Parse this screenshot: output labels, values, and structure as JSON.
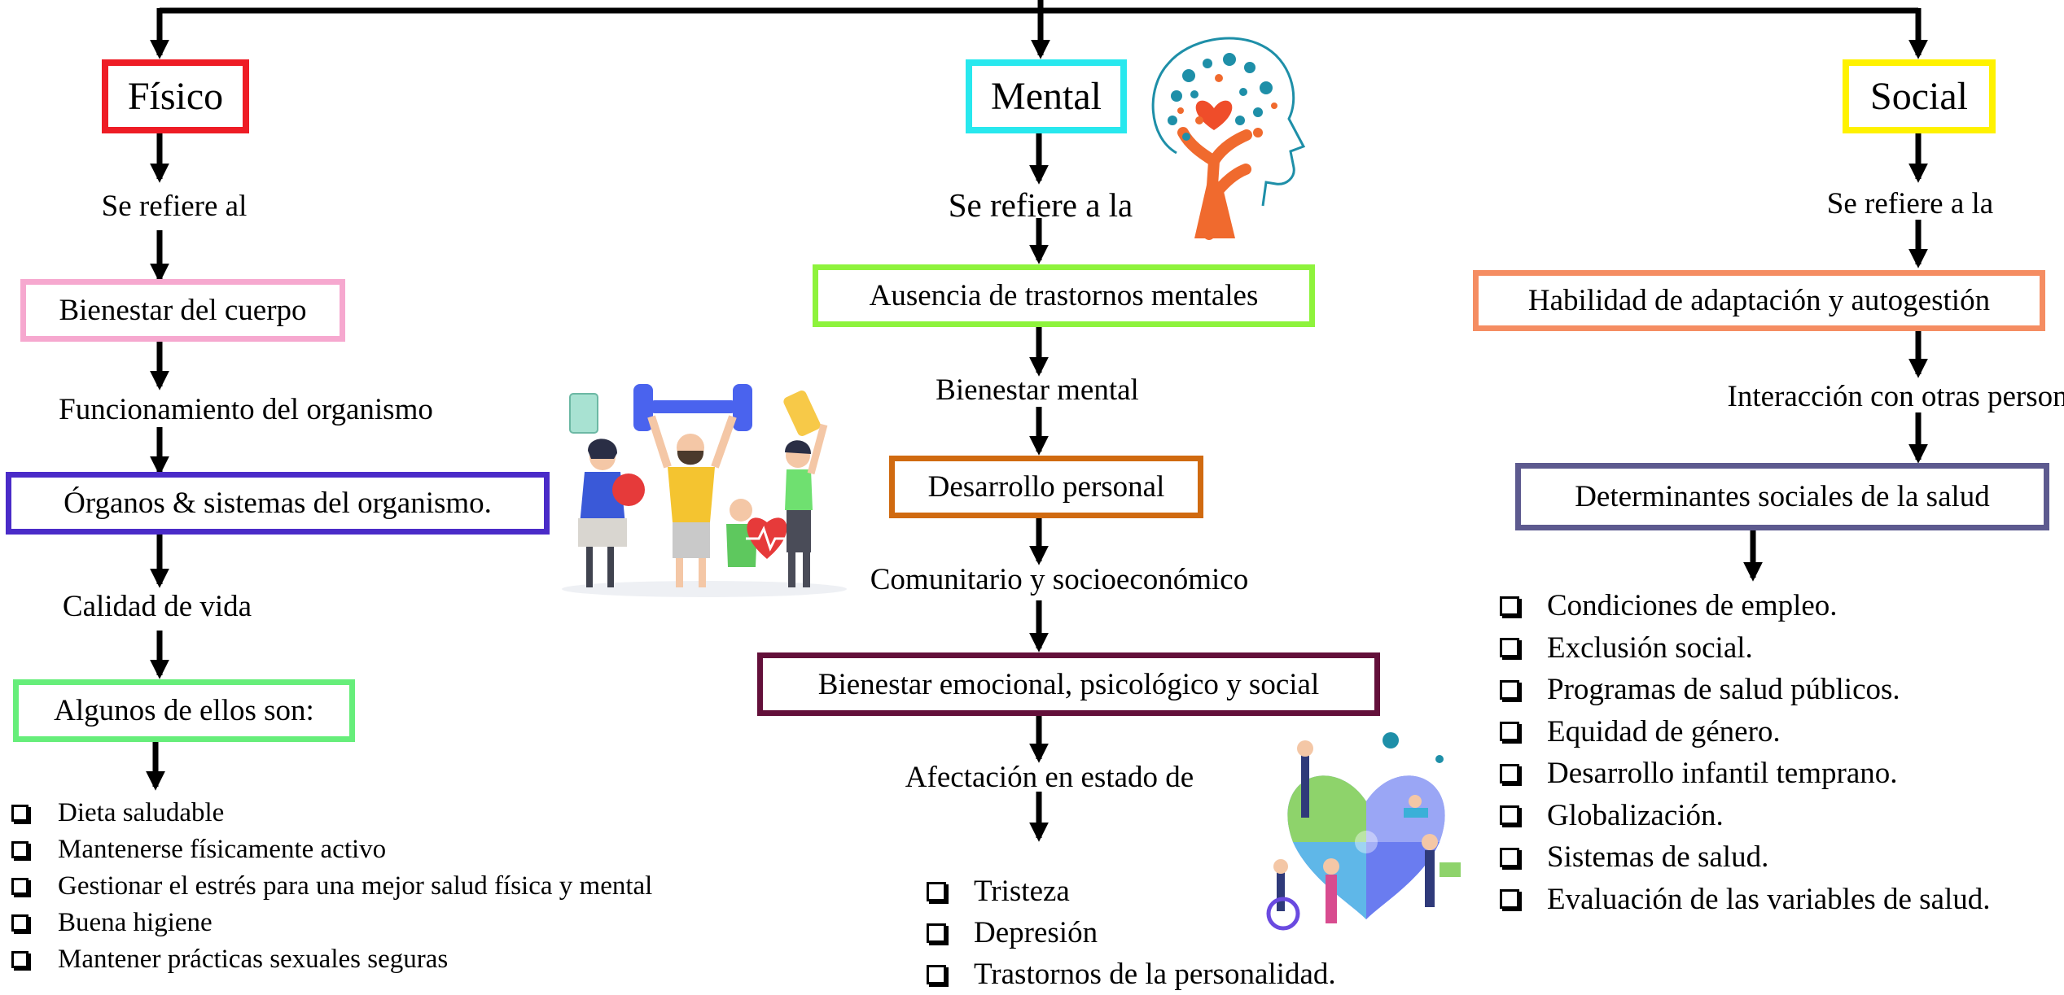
{
  "fisico": {
    "title": "Físico",
    "connector_1": "Se refiere al",
    "box_1": "Bienestar del cuerpo",
    "connector_2": "Funcionamiento del organismo",
    "box_2": "Órganos & sistemas del organismo.",
    "connector_3": "Calidad de vida",
    "box_3": "Algunos de ellos son:",
    "items": [
      "Dieta saludable",
      "Mantenerse físicamente activo",
      "Gestionar el estrés para una mejor salud física y mental",
      "Buena higiene",
      "Mantener prácticas sexuales seguras"
    ]
  },
  "mental": {
    "title": "Mental",
    "connector_1": "Se refiere a la",
    "box_1": "Ausencia de trastornos mentales",
    "connector_2": "Bienestar mental",
    "box_2": "Desarrollo personal",
    "connector_3": "Comunitario y socioeconómico",
    "box_3": "Bienestar emocional, psicológico y social",
    "connector_4": "Afectación en estado de",
    "items": [
      "Tristeza",
      "Depresión",
      "Trastornos de la personalidad."
    ]
  },
  "social": {
    "title": "Social",
    "connector_1": "Se refiere a la",
    "box_1": "Habilidad de adaptación y autogestión",
    "connector_2": "Interacción con otras personas",
    "box_2": "Determinantes sociales de la salud",
    "items": [
      "Condiciones de empleo.",
      "Exclusión social.",
      "Programas de salud públicos.",
      "Equidad de género.",
      "Desarrollo infantil temprano.",
      "Globalización.",
      "Sistemas de salud.",
      "Evaluación de las variables de salud."
    ]
  },
  "colors": {
    "fisico_title": "#ee1c25",
    "mental_title": "#28e8ee",
    "social_title": "#fff200",
    "fisico_box_1": "#f6a8cf",
    "fisico_box_2": "#4a2bc8",
    "fisico_box_3": "#66ee7a",
    "mental_box_1": "#8ef33c",
    "mental_box_2": "#d06a10",
    "mental_box_3": "#63103a",
    "social_box_1": "#f58d62",
    "social_box_2": "#5d5a8f"
  },
  "illustrations": [
    "brain-tree-icon",
    "fitness-people-icon",
    "heart-puzzle-people-icon"
  ]
}
